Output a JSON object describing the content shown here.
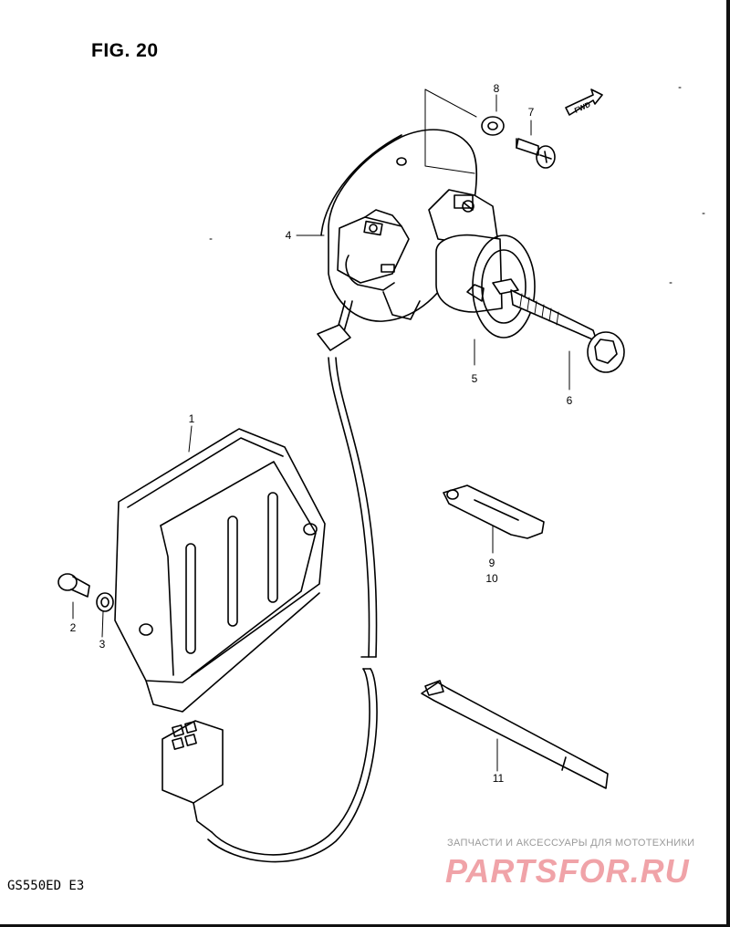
{
  "figure": {
    "title": "FIG. 20"
  },
  "model_code": "GS550ED E3",
  "fwd_label": "FWD",
  "callouts": [
    {
      "id": "1",
      "text": "1"
    },
    {
      "id": "2",
      "text": "2"
    },
    {
      "id": "3",
      "text": "3"
    },
    {
      "id": "4",
      "text": "4"
    },
    {
      "id": "5",
      "text": "5"
    },
    {
      "id": "6",
      "text": "6"
    },
    {
      "id": "7",
      "text": "7"
    },
    {
      "id": "8",
      "text": "8"
    },
    {
      "id": "9",
      "text": "9"
    },
    {
      "id": "10",
      "text": "10"
    },
    {
      "id": "11",
      "text": "11"
    }
  ],
  "watermark": {
    "tagline": "ЗАПЧАСТИ И АКСЕССУАРЫ ДЛЯ МОТОТЕХНИКИ",
    "logo": "PARTSFOR.RU",
    "color": "#f0a3a8"
  }
}
